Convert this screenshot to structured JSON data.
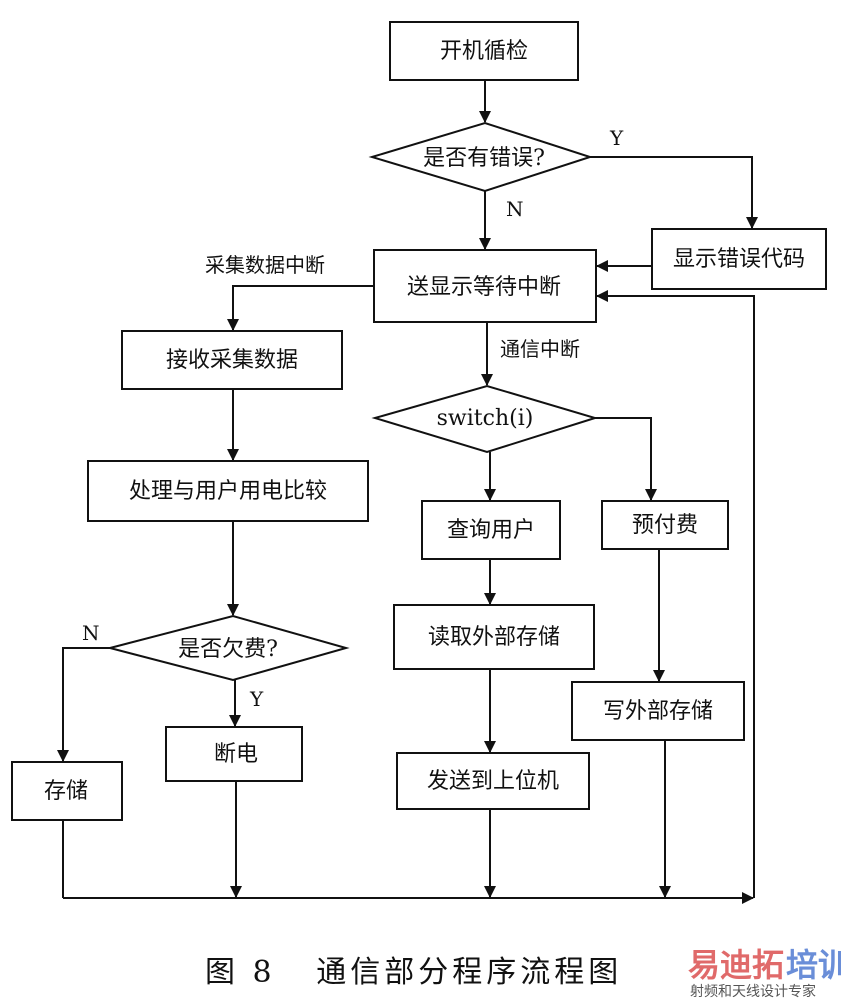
{
  "nodes": {
    "start": "开机循检",
    "check_error": "是否有错误?",
    "show_error": "显示错误代码",
    "wait_interrupt": "送显示等待中断",
    "receive_data": "接收采集数据",
    "compare_usage": "处理与用户用电比较",
    "check_arrears": "是否欠费?",
    "store": "存储",
    "power_off": "断电",
    "switch": "switch(i)",
    "query_user": "查询用户",
    "read_storage": "读取外部存储",
    "send_host": "发送到上位机",
    "prepay": "预付费",
    "write_storage": "写外部存储"
  },
  "edge_labels": {
    "error_yes": "Y",
    "error_no": "N",
    "collect_interrupt": "采集数据中断",
    "comm_interrupt": "通信中断",
    "arrears_no": "N",
    "arrears_yes": "Y"
  },
  "caption": "图 8   通信部分程序流程图",
  "watermark": {
    "brand_red": "易迪拓",
    "brand_blue": "培训",
    "tagline": "射频和天线设计专家",
    "red_color": "#e06a6a",
    "blue_color": "#6a8ed8"
  }
}
